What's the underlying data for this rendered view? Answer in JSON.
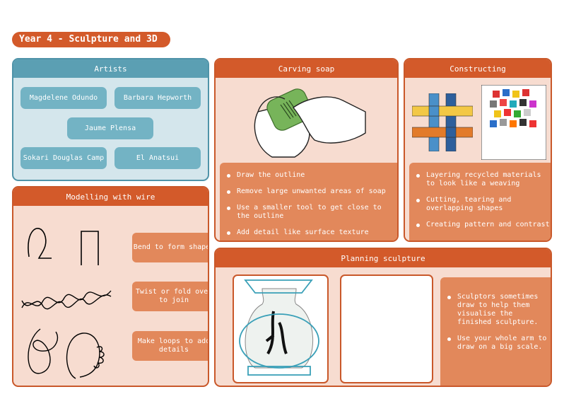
{
  "page_title": "Year 4 - Sculpture and 3D",
  "artists": {
    "heading": "Artists",
    "names": [
      "Magdelene Odundo",
      "Barbara Hepworth",
      "Jaume Plensa",
      "Sokari Douglas Camp",
      "El Anatsui"
    ]
  },
  "carving": {
    "heading": "Carving soap",
    "points": [
      "Draw the outline",
      "Remove large unwanted areas of soap",
      "Use a smaller tool to get close to the outline",
      "Add detail like surface texture"
    ]
  },
  "constructing": {
    "heading": "Constructing",
    "points": [
      "Layering recycled materials to look like a weaving",
      "Cutting, tearing and overlapping shapes",
      "Creating pattern and contrast"
    ]
  },
  "wire": {
    "heading": "Modelling with wire",
    "labels": [
      "Bend to form shapes",
      "Twist or fold over to join",
      "Make loops to add details"
    ]
  },
  "planning": {
    "heading": "Planning sculpture",
    "points": [
      "Sculptors sometimes draw to help them visualise the finished sculpture.",
      "Use your whole arm to draw on a big scale."
    ]
  },
  "colors": {
    "orange": "#d35a2a",
    "orange_light": "#f7dcd0",
    "orange_box": "#e2885b",
    "blue": "#5b9fb3",
    "blue_light": "#d4e6ec",
    "blue_box": "#73b3c4"
  },
  "icons": [
    "hands-carving-soap-image",
    "woven-strips-image",
    "collage-squares-image",
    "bent-wire-image",
    "twisted-wire-image",
    "wire-loops-image",
    "vase-sketch-image"
  ]
}
